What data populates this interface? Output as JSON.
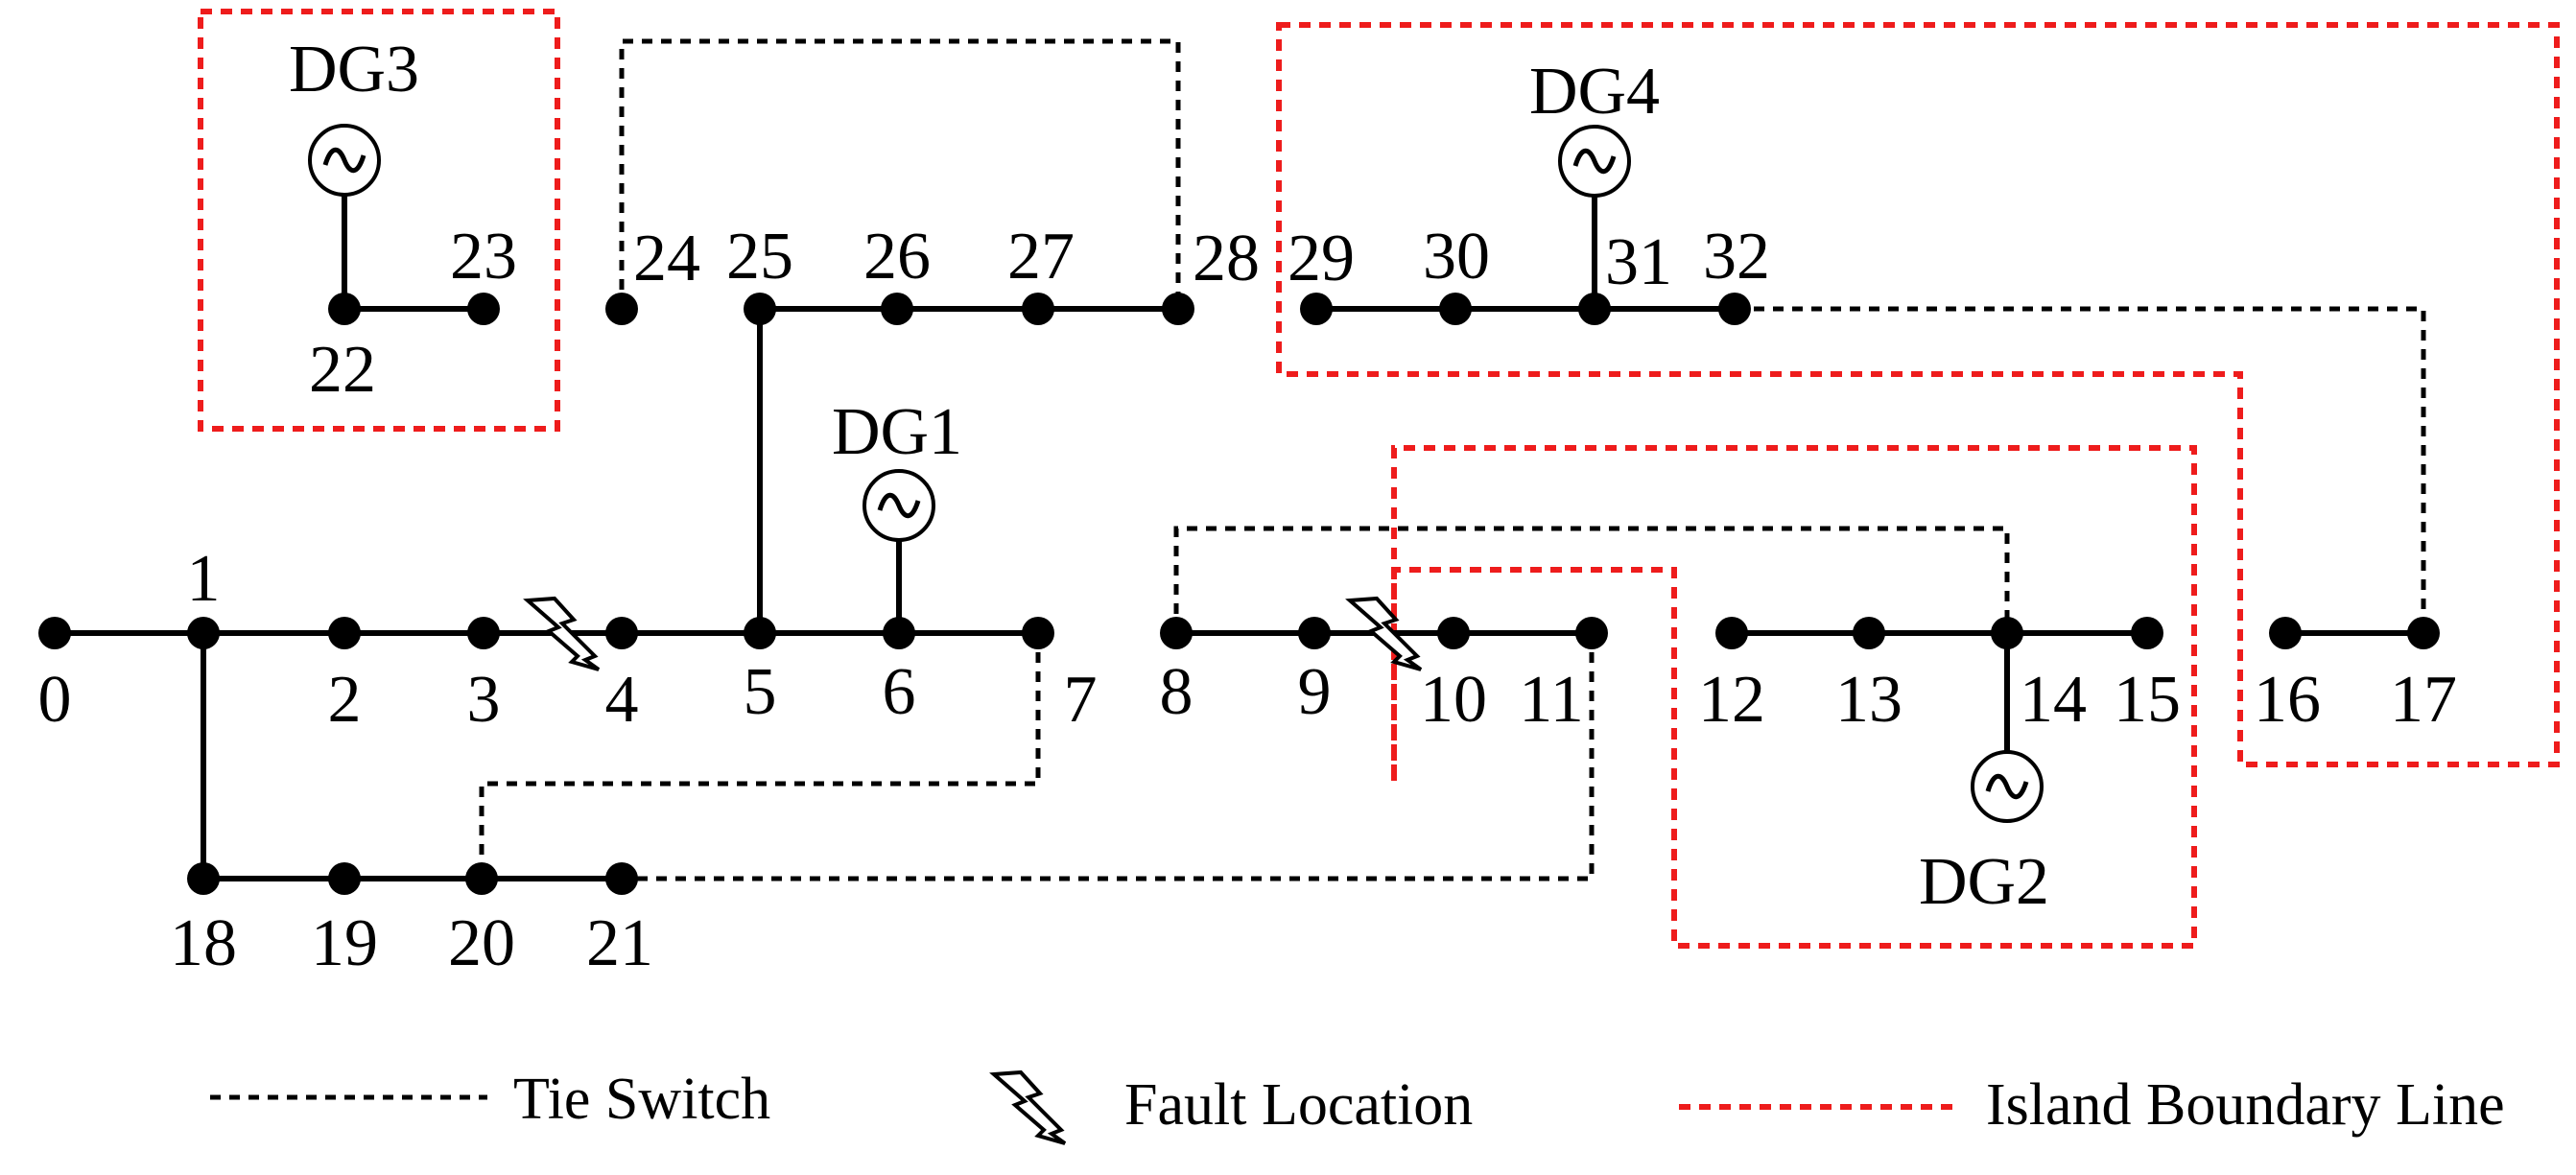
{
  "diagram": {
    "buses": [
      "0",
      "1",
      "2",
      "3",
      "4",
      "5",
      "6",
      "7",
      "8",
      "9",
      "10",
      "11",
      "12",
      "13",
      "14",
      "15",
      "16",
      "17",
      "18",
      "19",
      "20",
      "21",
      "22",
      "23",
      "24",
      "25",
      "26",
      "27",
      "28",
      "29",
      "30",
      "31",
      "32"
    ],
    "generators": [
      "DG1",
      "DG2",
      "DG3",
      "DG4"
    ],
    "legend": {
      "tie_switch": "Tie Switch",
      "fault_location": "Fault Location",
      "island_boundary": "Island Boundary Line"
    },
    "colors": {
      "line": "#000000",
      "island_boundary": "#ee1c1c"
    },
    "icons": {
      "generator": "dg-source-icon",
      "fault": "lightning-bolt-icon"
    }
  }
}
